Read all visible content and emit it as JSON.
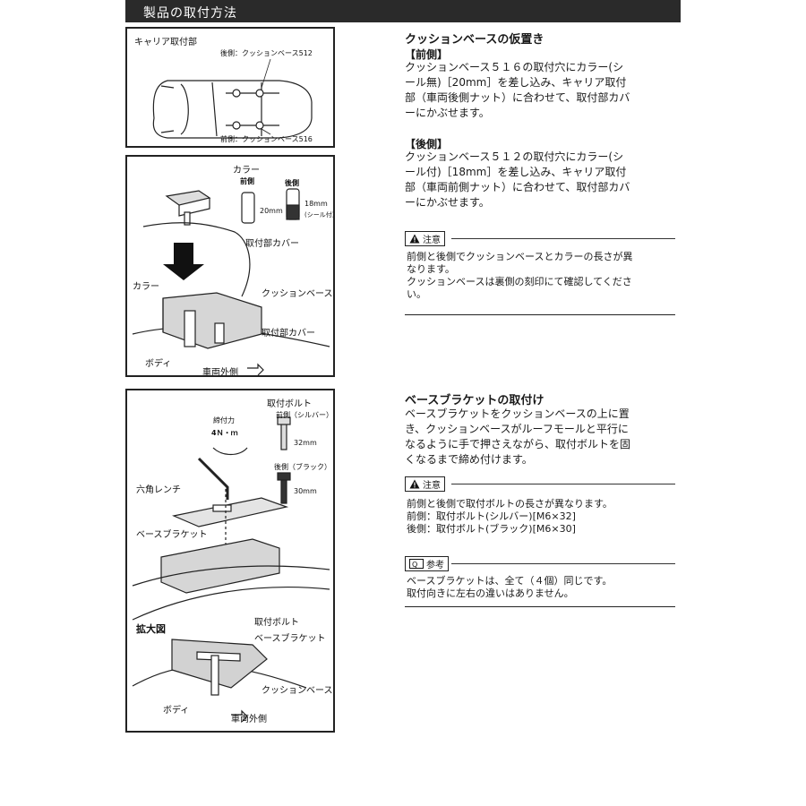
{
  "header": {
    "title": "製品の取付方法"
  },
  "panel1": {
    "carrier_label": "キャリア取付部",
    "rear_label": "後側：クッションベース512",
    "front_label": "前側：クッションベース516"
  },
  "panel2": {
    "collar_top": "カラー",
    "front": "前側",
    "rear": "後側",
    "len_20": "20mm",
    "len_18": "18mm",
    "seal": "(シール付)",
    "cover_top": "取付部カバー",
    "collar": "カラー",
    "cushion": "クッションベース",
    "cover": "取付部カバー",
    "body": "ボディ",
    "outside": "車両外側"
  },
  "panel3": {
    "bolt": "取付ボルト",
    "torque_label": "締付力",
    "torque_value": "4Ｎ・ｍ",
    "front_silver": "前側（シルバー）",
    "len_32": "32mm",
    "rear_black": "後側（ブラック）",
    "len_30": "30mm",
    "wrench": "六角レンチ",
    "bracket": "ベースブラケット",
    "zoom": "拡大図",
    "zoom_bolt": "取付ボルト",
    "zoom_bracket": "ベースブラケット",
    "zoom_cushion": "クッションベース",
    "zoom_body": "ボディ",
    "zoom_outside": "車両外側"
  },
  "section1": {
    "title": "クッションベースの仮置き",
    "front_head": "【前側】",
    "front_text": [
      "クッションベース５１６の取付穴にカラー(シ",
      "ール無)［20mm］を差し込み、キャリア取付",
      "部（車両後側ナット）に合わせて、取付部カバ",
      "ーにかぶせます。"
    ],
    "rear_head": "【後側】",
    "rear_text": [
      "クッションベース５１２の取付穴にカラー(シ",
      "ール付)［18mm］を差し込み、キャリア取付",
      "部（車両前側ナット）に合わせて、取付部カバ",
      "ーにかぶせます。"
    ],
    "warn_label": "注意",
    "warn_text": [
      "前側と後側でクッションベースとカラーの長さが異",
      "なります。",
      "クッションベースは裏側の刻印にて確認してくださ",
      "い。"
    ]
  },
  "section2": {
    "title": "ベースブラケットの取付け",
    "text": [
      "ベースブラケットをクッションベースの上に置",
      "き、クッションベースがルーフモールと平行に",
      "なるように手で押さえながら、取付ボルトを固",
      "くなるまで締め付けます。"
    ],
    "warn_label": "注意",
    "warn_text": [
      "前側と後側で取付ボルトの長さが異なります。",
      "前側：取付ボルト(シルバー)[M6×32]",
      "後側：取付ボルト(ブラック)[M6×30]"
    ],
    "ref_label": "参考",
    "ref_text": [
      "ベースブラケットは、全て（４個）同じです。",
      "取付向きに左右の違いはありません。"
    ]
  }
}
